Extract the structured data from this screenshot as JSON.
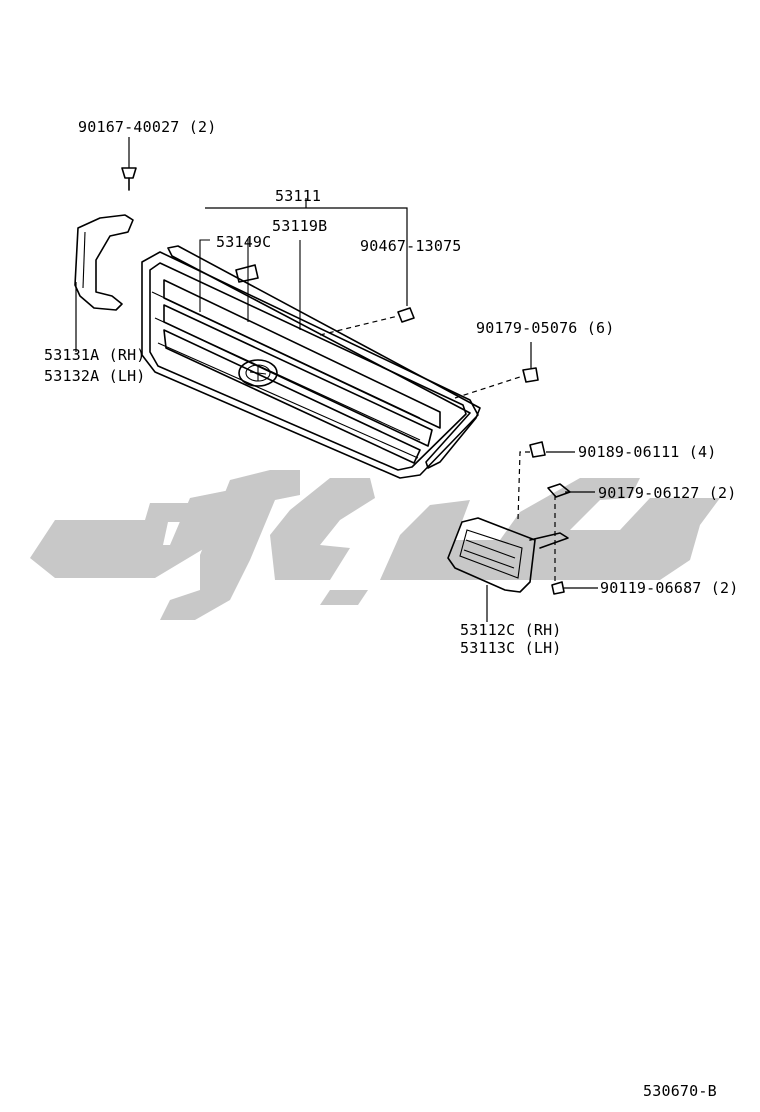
{
  "diagram": {
    "callouts": {
      "c1": "90167-40027 (2)",
      "c2": "53111",
      "c3": "53119B",
      "c4": "53149C",
      "c5": "90467-13075",
      "c6": "90179-05076 (6)",
      "c7_rh": "53131A (RH)",
      "c7_lh": "53132A (LH)",
      "c8": "90189-06111 (4)",
      "c9": "90179-06127 (2)",
      "c10": "90119-06687 (2)",
      "c11_rh": "53112C (RH)",
      "c11_lh": "53113C (LH)"
    },
    "diagram_code": "530670-B"
  },
  "watermark": {
    "color": "#c8c8c8"
  }
}
